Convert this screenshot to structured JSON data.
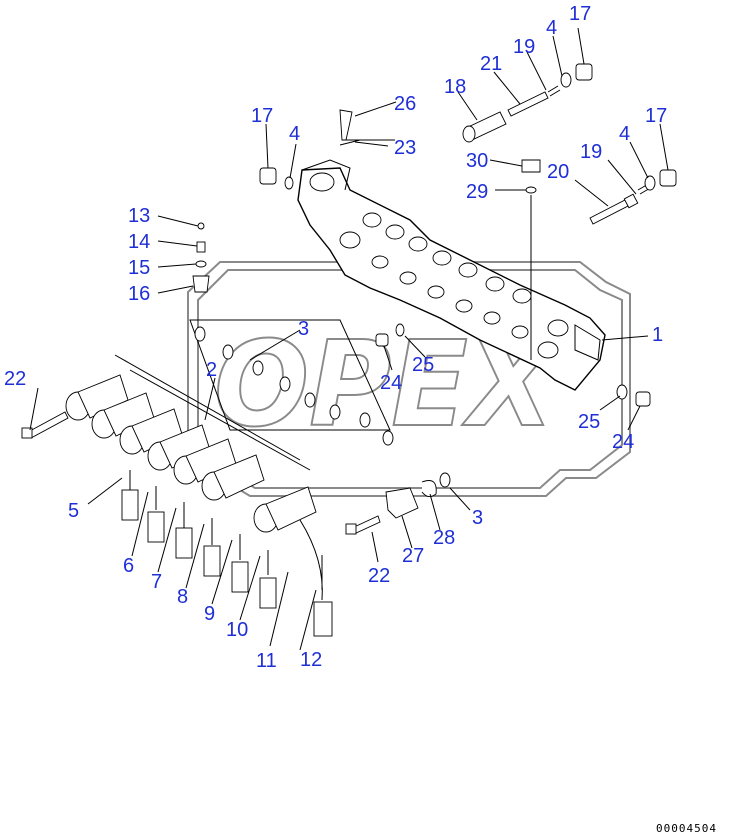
{
  "watermark": {
    "text": "OPEX"
  },
  "drawing_code": "00004504",
  "callouts": [
    {
      "id": "c17a",
      "label": "17"
    },
    {
      "id": "c4a",
      "label": "4"
    },
    {
      "id": "c19a",
      "label": "19"
    },
    {
      "id": "c21",
      "label": "21"
    },
    {
      "id": "c18",
      "label": "18"
    },
    {
      "id": "c26",
      "label": "26"
    },
    {
      "id": "c23",
      "label": "23"
    },
    {
      "id": "c17b",
      "label": "17"
    },
    {
      "id": "c4b",
      "label": "4"
    },
    {
      "id": "c30",
      "label": "30"
    },
    {
      "id": "c29",
      "label": "29"
    },
    {
      "id": "c20",
      "label": "20"
    },
    {
      "id": "c19b",
      "label": "19"
    },
    {
      "id": "c4c",
      "label": "4"
    },
    {
      "id": "c17c",
      "label": "17"
    },
    {
      "id": "c13",
      "label": "13"
    },
    {
      "id": "c14",
      "label": "14"
    },
    {
      "id": "c15",
      "label": "15"
    },
    {
      "id": "c16",
      "label": "16"
    },
    {
      "id": "c3a",
      "label": "3"
    },
    {
      "id": "c1",
      "label": "1"
    },
    {
      "id": "c22a",
      "label": "22"
    },
    {
      "id": "c2",
      "label": "2"
    },
    {
      "id": "c25a",
      "label": "25"
    },
    {
      "id": "c24a",
      "label": "24"
    },
    {
      "id": "c25b",
      "label": "25"
    },
    {
      "id": "c24b",
      "label": "24"
    },
    {
      "id": "c5",
      "label": "5"
    },
    {
      "id": "c6",
      "label": "6"
    },
    {
      "id": "c7",
      "label": "7"
    },
    {
      "id": "c8",
      "label": "8"
    },
    {
      "id": "c9",
      "label": "9"
    },
    {
      "id": "c10",
      "label": "10"
    },
    {
      "id": "c11",
      "label": "11"
    },
    {
      "id": "c12",
      "label": "12"
    },
    {
      "id": "c22b",
      "label": "22"
    },
    {
      "id": "c27",
      "label": "27"
    },
    {
      "id": "c28",
      "label": "28"
    },
    {
      "id": "c3b",
      "label": "3"
    }
  ]
}
